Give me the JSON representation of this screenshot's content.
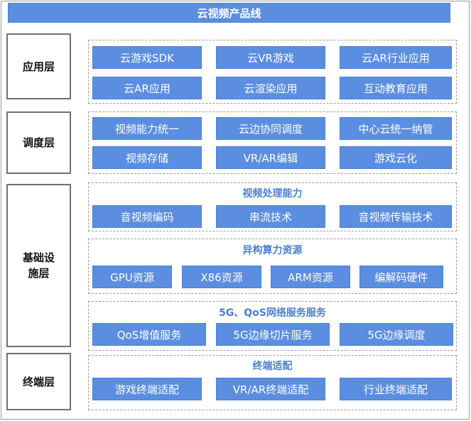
{
  "title": "云视频产品线",
  "layers": {
    "app": "应用层",
    "schedule": "调度层",
    "base_line1": "基础设",
    "base_line2": "施层",
    "terminal": "终端层"
  },
  "app_items": [
    "云游戏SDK",
    "云VR游戏",
    "云AR行业应用",
    "云AR应用",
    "云渲染应用",
    "互动教育应用"
  ],
  "schedule_items": [
    "视频能力统一",
    "云边协同调度",
    "中心云统一纳管",
    "视频存储",
    "VR/AR编辑",
    "游戏云化"
  ],
  "video_processing": {
    "title": "视频处理能力",
    "items": [
      "音视频编码",
      "串流技术",
      "音视频传输技术"
    ]
  },
  "hetero_compute": {
    "title": "异构算力资源",
    "items": [
      "GPU资源",
      "X86资源",
      "ARM资源",
      "编解码硬件"
    ]
  },
  "network": {
    "title": "5G、QoS网络服务服务",
    "items": [
      "QoS增值服务",
      "5G边缘切片服务",
      "5G边缘调度"
    ]
  },
  "terminal_adapt": {
    "title": "终端适配",
    "items": [
      "游戏终端适配",
      "VR/AR终端适配",
      "行业终端适配"
    ]
  },
  "colors": {
    "accent": "#5b8ee0",
    "accent_border": "#4a7fd3",
    "label_border": "#707070",
    "dashed_border": "#9a9a9a"
  }
}
